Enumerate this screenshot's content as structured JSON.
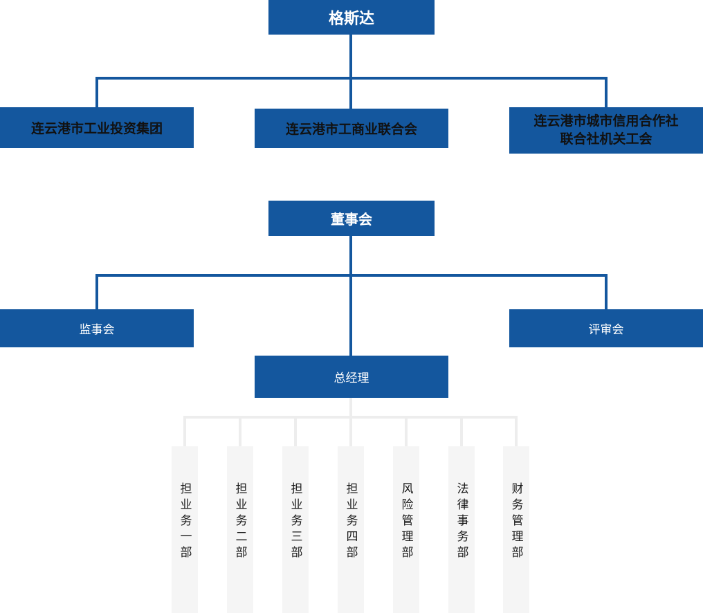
{
  "org": {
    "root": "格斯达",
    "level2": [
      "连云港市工业投资集团",
      "连云港市工商业联合会",
      "连云港市城市信用合作社联合社机关工会"
    ],
    "board": "董事会",
    "supervisory": "监事会",
    "review": "评审会",
    "general_manager": "总经理",
    "departments": [
      "担业务一部",
      "担业务二部",
      "担业务三部",
      "担业务四部",
      "风险管理部",
      "法律事务部",
      "财务管理部"
    ],
    "colors": {
      "primary_blue": "#14579E",
      "light_connector": "#EDEDED",
      "dept_background": "#F5F5F5",
      "dark_text": "#111111",
      "white_text": "#FFFFFF"
    }
  }
}
